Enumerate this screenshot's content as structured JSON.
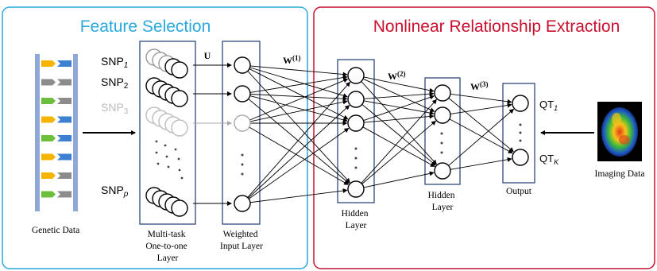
{
  "sections": {
    "feature_selection": {
      "title": "Feature Selection",
      "color": "#2aa9df"
    },
    "nonlinear": {
      "title": "Nonlinear Relationship Extraction",
      "color": "#c8102e"
    }
  },
  "snps": [
    {
      "prefix": "SNP",
      "subscript": "1",
      "faded": false
    },
    {
      "prefix": "SNP",
      "subscript": "2",
      "faded": false
    },
    {
      "prefix": "SNP",
      "subscript": "3",
      "faded": true
    },
    {
      "prefix": "SNP",
      "subscript": "p",
      "faded": false
    }
  ],
  "weights": {
    "u": "U",
    "w1": {
      "base": "W",
      "sup": "(1)"
    },
    "w2": {
      "base": "W",
      "sup": "(2)"
    },
    "w3": {
      "base": "W",
      "sup": "(3)"
    }
  },
  "outputs": [
    {
      "prefix": "QT",
      "subscript": "1"
    },
    {
      "prefix": "QT",
      "subscript": "K"
    }
  ],
  "labels": {
    "genetic_data": "Genetic Data",
    "multitask": [
      "Multi-task",
      "One-to-one",
      "Layer"
    ],
    "weighted_input": [
      "Weighted",
      "Input Layer"
    ],
    "hidden1": [
      "Hidden",
      "Layer"
    ],
    "hidden2": [
      "Hidden",
      "Layer"
    ],
    "output": "Output",
    "imaging_data": "Imaging Data"
  },
  "colors": {
    "panel_border": "#2e4a7a",
    "dna_bar": "#8fa8d8",
    "gene_pairs": [
      [
        "#f5b400",
        "#3d7fd0"
      ],
      [
        "#8c8c8c",
        "#8c8c8c"
      ],
      [
        "#6cbf3a",
        "#8c8c8c"
      ],
      [
        "#f5b400",
        "#3d7fd0"
      ],
      [
        "#6cbf3a",
        "#3d7fd0"
      ],
      [
        "#f5b400",
        "#3d7fd0"
      ],
      [
        "#f5b400",
        "#8c8c8c"
      ],
      [
        "#6cbf3a",
        "#8c8c8c"
      ]
    ]
  }
}
